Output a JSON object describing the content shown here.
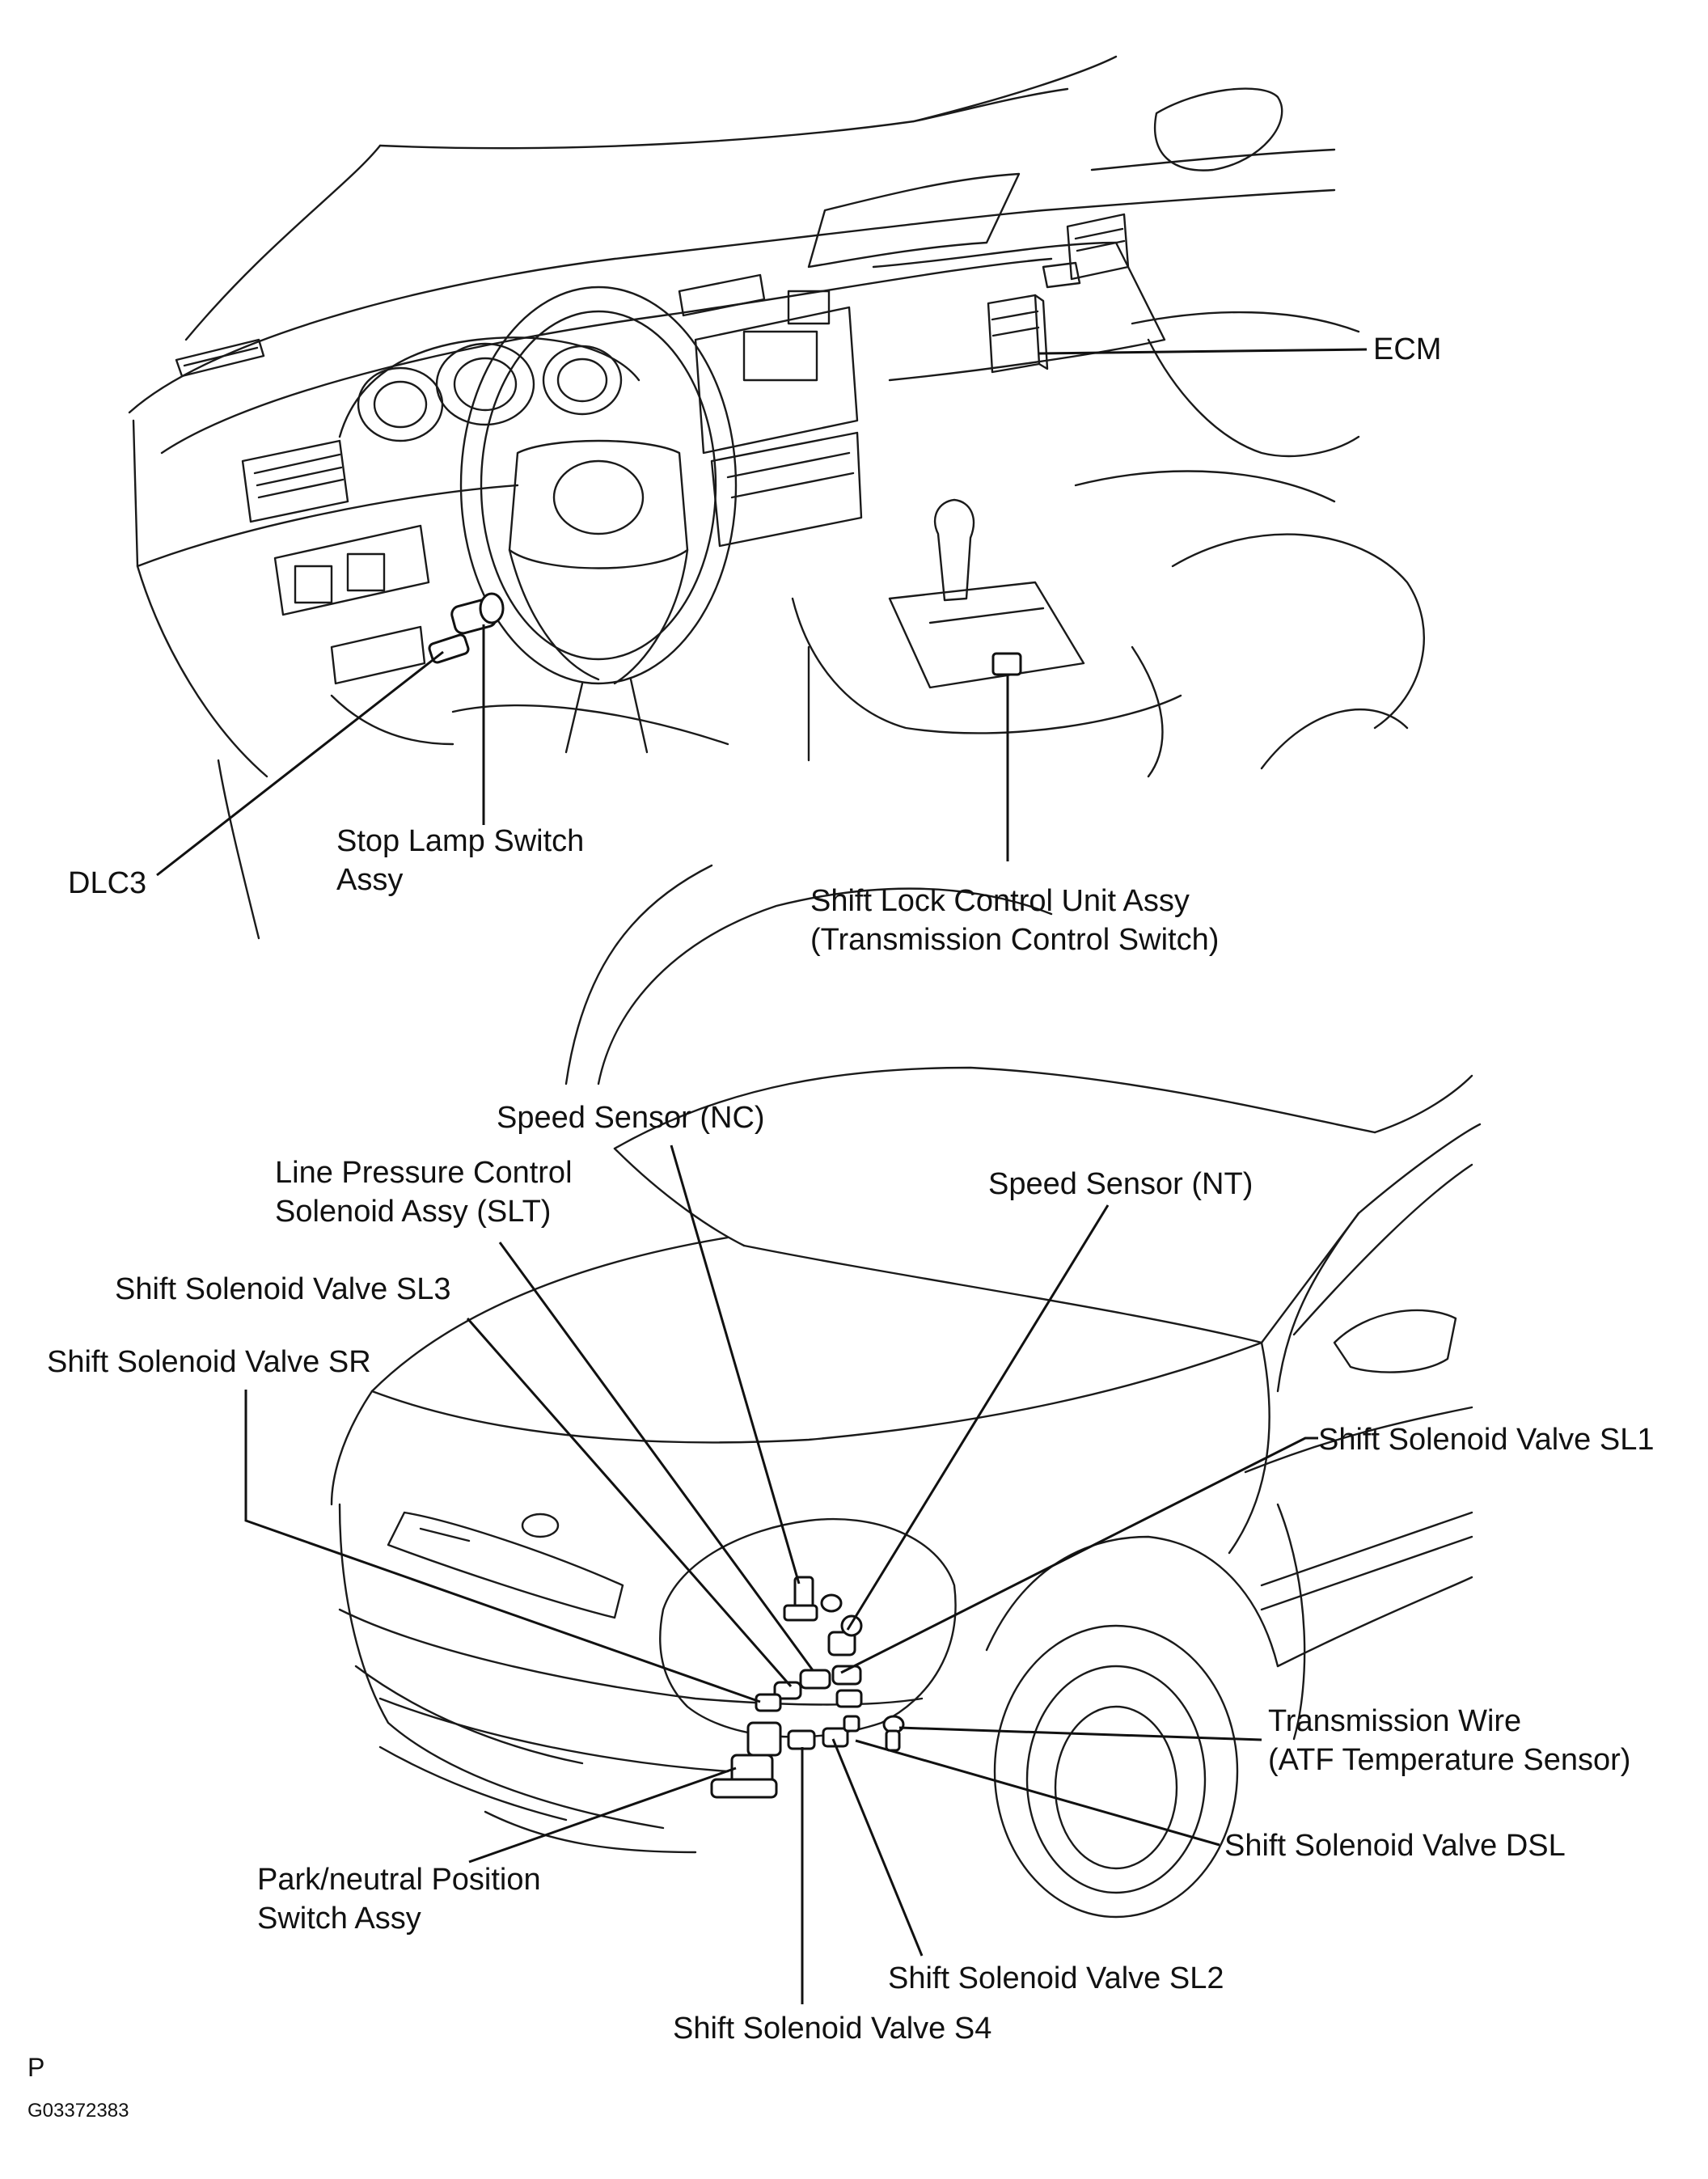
{
  "labels": {
    "ecm": "ECM",
    "stop_lamp_switch_l1": "Stop Lamp Switch",
    "stop_lamp_switch_l2": "Assy",
    "dlc3": "DLC3",
    "shift_lock_l1": "Shift Lock Control Unit Assy",
    "shift_lock_l2": "(Transmission Control Switch)",
    "speed_sensor_nc": "Speed Sensor (NC)",
    "line_pressure_l1": "Line Pressure Control",
    "line_pressure_l2": "Solenoid Assy (SLT)",
    "speed_sensor_nt": "Speed Sensor (NT)",
    "sl3": "Shift Solenoid Valve SL3",
    "sr": "Shift Solenoid Valve SR",
    "sl1": "Shift Solenoid Valve SL1",
    "trans_wire_l1": "Transmission Wire",
    "trans_wire_l2": "(ATF Temperature Sensor)",
    "dsl": "Shift Solenoid Valve DSL",
    "park_neutral_l1": "Park/neutral Position",
    "park_neutral_l2": "Switch Assy",
    "sl2": "Shift Solenoid Valve SL2",
    "s4": "Shift Solenoid Valve S4"
  },
  "corner_mark": "P",
  "figure_code": "G03372383"
}
